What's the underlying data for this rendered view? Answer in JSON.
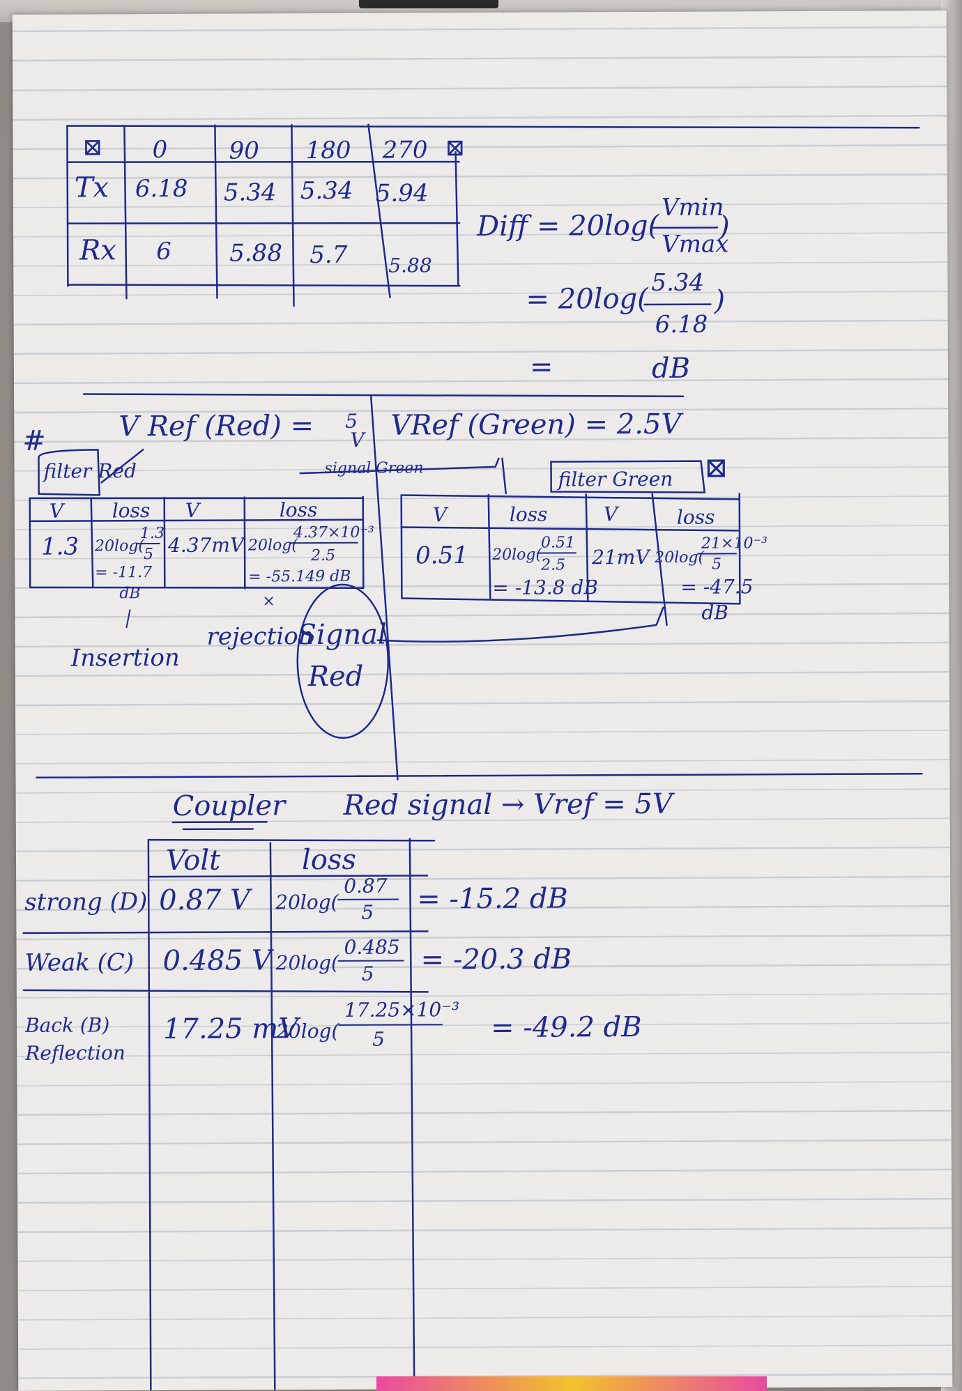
{
  "phase_table": {
    "corner": "⊠",
    "corner_right": "⊠",
    "headers": [
      "0",
      "90",
      "180",
      "270"
    ],
    "rows": [
      {
        "label": "Tx",
        "values": [
          "6.18",
          "5.34",
          "5.34",
          "5.94"
        ]
      },
      {
        "label": "Rx",
        "values": [
          "6",
          "5.88",
          "5.7",
          "5.88"
        ]
      }
    ]
  },
  "diff_formula": {
    "lhs": "Diff = 20log(",
    "num": "Vmin",
    "den": "Vmax",
    "rparen": ")",
    "step2_prefix": "= 20log(",
    "step2_num": "5.34",
    "step2_den": "6.18",
    "step3_eq": "=",
    "step3_unit": "dB"
  },
  "filters": {
    "vref_red": "V Ref (Red) =",
    "vref_red_val": "5",
    "vref_red_unit": "V",
    "vref_green": "VRef (Green) = 2.5V",
    "hash_left": "#",
    "hash_right": "⊠",
    "filter_red_label": "filter Red",
    "filter_green_label": "filter Green",
    "signal_green_note": "signal Green",
    "red": {
      "headers": [
        "V",
        "loss",
        "V",
        "loss"
      ],
      "row": {
        "v1": "1.3",
        "loss1_a": "20log(",
        "loss1_num": "1.3",
        "loss1_den": "5",
        "loss1_result": "= -11.7",
        "loss1_unit": "dB",
        "v2": "4.37mV",
        "loss2_a": "20log(",
        "loss2_num": "4.37×10⁻³",
        "loss2_den": "2.5",
        "loss2_result": "= -55.149 dB"
      },
      "insertion_label": "Insertion",
      "rejection_label": "rejection",
      "signal_red_label_1": "Signal",
      "signal_red_label_2": "Red"
    },
    "green": {
      "headers": [
        "V",
        "loss",
        "V",
        "loss"
      ],
      "row": {
        "v1": "0.51",
        "loss1_a": "20log(",
        "loss1_num": "0.51",
        "loss1_den": "2.5",
        "loss1_result": "= -13.8 dB",
        "v2": "21mV",
        "loss2_a": "20log(",
        "loss2_num": "21×10⁻³",
        "loss2_den": "5",
        "loss2_result": "= -47.5",
        "loss2_unit": "dB"
      }
    }
  },
  "coupler": {
    "title": "Coupler",
    "signal_note": "Red signal → Vref = 5V",
    "headers": [
      "Volt",
      "loss"
    ],
    "rows": [
      {
        "label": "strong (D)",
        "volt": "0.87 V",
        "loss_a": "20log(",
        "num": "0.87",
        "den": "5",
        "result": "= -15.2 dB"
      },
      {
        "label": "Weak (C)",
        "volt": "0.485 V",
        "loss_a": "20log(",
        "num": "0.485",
        "den": "5",
        "result": "= -20.3 dB"
      },
      {
        "label": "Back (B) Reflection",
        "label_1": "Back (B)",
        "label_2": "Reflection",
        "volt": "17.25 mV",
        "loss_a": "20log(",
        "num": "17.25×10⁻³",
        "den": "5",
        "result": "= -49.2 dB"
      }
    ]
  }
}
